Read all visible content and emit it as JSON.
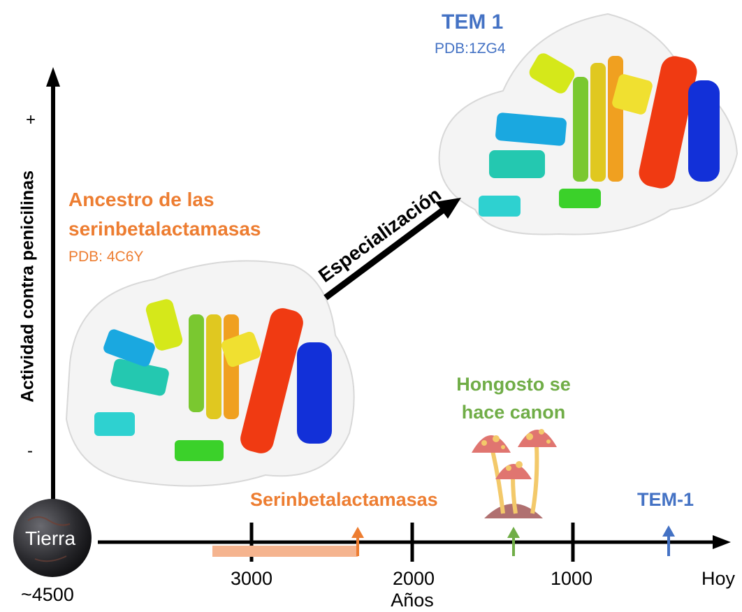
{
  "y_axis": {
    "label": "Actividad contra penicilinas",
    "plus": "+",
    "minus": "-"
  },
  "earth": {
    "label": "Tierra",
    "value": "~4500"
  },
  "timeline": {
    "ticks": [
      "3000",
      "2000",
      "1000"
    ],
    "end_label": "Hoy",
    "unit_label": "Años"
  },
  "events": {
    "serine": "Serinbetalactamasas",
    "mushroom": "Hongosto se hace canon",
    "tem": "TEM-1"
  },
  "ancestor": {
    "title_line1": "Ancestro de las",
    "title_line2": "serinbetalactamasas",
    "pdb": "PDB: 4C6Y"
  },
  "modern": {
    "title": "TEM 1",
    "pdb": "PDB:1ZG4"
  },
  "arrow_label": "Especialización",
  "colors": {
    "orange": "#ed7d31",
    "blue": "#4472c4",
    "green": "#70ad47",
    "black": "#000000"
  },
  "icons": [
    "earth-icon",
    "mushroom-icon",
    "protein-structure-icon"
  ]
}
